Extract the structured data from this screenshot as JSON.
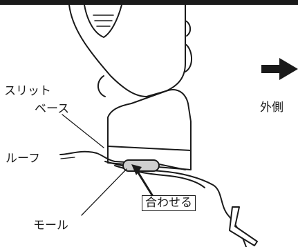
{
  "diagram": {
    "labels": {
      "slit_line1": "スリット",
      "slit_line2": "ベース",
      "roof": "ルーフ",
      "mold": "モール",
      "align": "合わせる",
      "outside": "外側"
    },
    "icons": [
      "right-arrow-icon"
    ],
    "colors": {
      "ink": "#1a1a1a",
      "background": "#ffffff"
    }
  }
}
